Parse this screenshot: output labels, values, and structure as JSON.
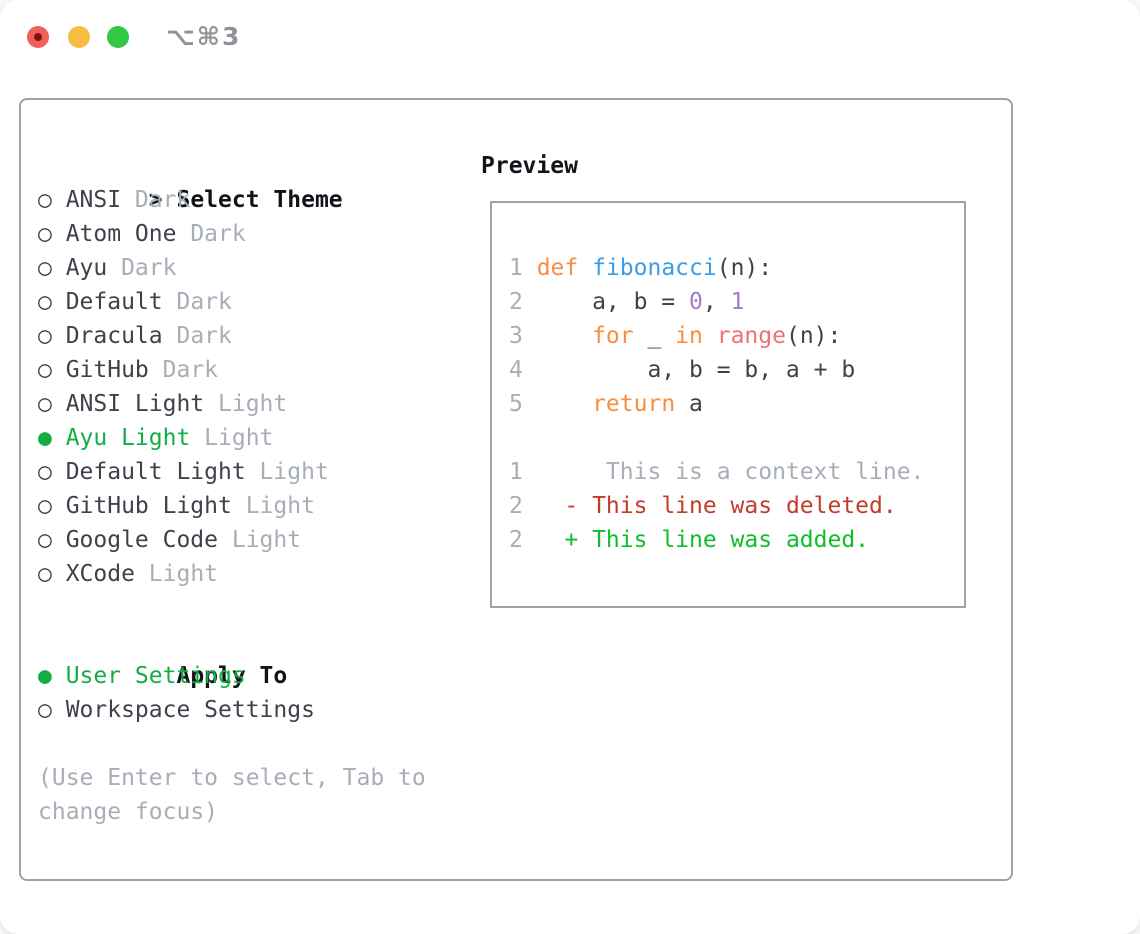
{
  "titlebar": {
    "title": "⌥⌘3",
    "buttons": [
      {
        "name": "close"
      },
      {
        "name": "minimize"
      },
      {
        "name": "zoom"
      }
    ]
  },
  "sidebar": {
    "cursor": ">",
    "title": "Select Theme",
    "icons": {
      "radio_unselected": "○",
      "radio_selected": "●"
    },
    "themes": [
      {
        "name": "ANSI",
        "variant": "Dark",
        "selected": false
      },
      {
        "name": "Atom One",
        "variant": "Dark",
        "selected": false
      },
      {
        "name": "Ayu",
        "variant": "Dark",
        "selected": false
      },
      {
        "name": "Default",
        "variant": "Dark",
        "selected": false
      },
      {
        "name": "Dracula",
        "variant": "Dark",
        "selected": false
      },
      {
        "name": "GitHub",
        "variant": "Dark",
        "selected": false
      },
      {
        "name": "ANSI Light",
        "variant": "Light",
        "selected": false
      },
      {
        "name": "Ayu Light",
        "variant": "Light",
        "selected": true
      },
      {
        "name": "Default Light",
        "variant": "Light",
        "selected": false
      },
      {
        "name": "GitHub Light",
        "variant": "Light",
        "selected": false
      },
      {
        "name": "Google Code",
        "variant": "Light",
        "selected": false
      },
      {
        "name": "XCode",
        "variant": "Light",
        "selected": false
      }
    ],
    "apply_to": {
      "title": "Apply To",
      "options": [
        {
          "name": "User Settings",
          "selected": true
        },
        {
          "name": "Workspace Settings",
          "selected": false
        }
      ]
    },
    "help_lines": [
      "(Use Enter to select, Tab to",
      "change focus)"
    ]
  },
  "preview": {
    "header": "Preview",
    "lines": [
      {
        "num": "1",
        "kind": "code",
        "tokens": [
          [
            "def",
            "keyword"
          ],
          [
            " ",
            "plain"
          ],
          [
            "fibonacci",
            "func"
          ],
          [
            "(n):",
            "plain"
          ]
        ]
      },
      {
        "num": "2",
        "kind": "code",
        "tokens": [
          [
            "    a, b = ",
            "plain"
          ],
          [
            "0",
            "const"
          ],
          [
            ", ",
            "plain"
          ],
          [
            "1",
            "const"
          ]
        ]
      },
      {
        "num": "3",
        "kind": "code",
        "tokens": [
          [
            "    ",
            "plain"
          ],
          [
            "for",
            "keyword"
          ],
          [
            " _ ",
            "plain"
          ],
          [
            "in",
            "keyword"
          ],
          [
            " ",
            "plain"
          ],
          [
            "range",
            "special"
          ],
          [
            "(n):",
            "plain"
          ]
        ]
      },
      {
        "num": "4",
        "kind": "code",
        "tokens": [
          [
            "        a, b = b, a + b",
            "plain"
          ]
        ]
      },
      {
        "num": "5",
        "kind": "code",
        "tokens": [
          [
            "    ",
            "plain"
          ],
          [
            "return",
            "keyword"
          ],
          [
            " a",
            "plain"
          ]
        ]
      },
      {
        "num": "",
        "kind": "blank",
        "tokens": []
      },
      {
        "num": "1",
        "kind": "diff",
        "tokens": [
          [
            "     This is a context line.",
            "context"
          ]
        ]
      },
      {
        "num": "2",
        "kind": "diff",
        "tokens": [
          [
            "  ",
            "plain"
          ],
          [
            "- This line was deleted.",
            "del"
          ]
        ]
      },
      {
        "num": "2",
        "kind": "diff",
        "tokens": [
          [
            "  ",
            "plain"
          ],
          [
            "+ This line was added.",
            "add"
          ]
        ]
      }
    ]
  },
  "colors": {
    "window_bg": "#ffffff",
    "border": "#9aa3ae",
    "heading": "#101419",
    "text": "#3d424b",
    "muted": "#a7aeb8",
    "accent_green": "#13ad43",
    "title_text": "#8f9399",
    "traffic_red": "#f0605a",
    "traffic_red_dot": "#7e150b",
    "traffic_yellow": "#f7bd45",
    "traffic_green": "#32c846",
    "code_keyword": "#fa8d3e",
    "code_function": "#399ee6",
    "code_constant": "#a37acc",
    "code_special": "#f07171",
    "diff_deleted": "#c33b2a",
    "diff_added": "#0fbf2a"
  }
}
